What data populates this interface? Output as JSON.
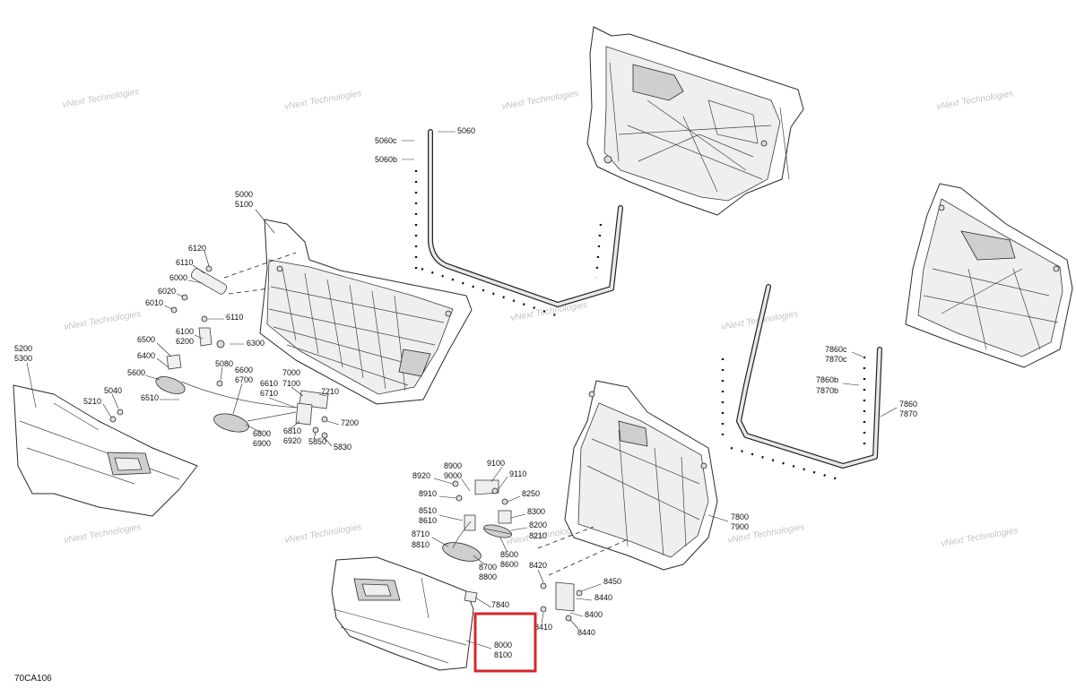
{
  "diagram_code": "70CA106",
  "watermark": "vNext Technologies",
  "colors": {
    "highlight": "#d8262b",
    "line": "#2a2a2a",
    "background": "#ffffff"
  },
  "labels": [
    "5060c",
    "5060b",
    "5060",
    "5000",
    "5100",
    "6120",
    "6110",
    "6000",
    "6020",
    "6010",
    "6110",
    "6100",
    "6200",
    "6300",
    "6500",
    "6400",
    "5600",
    "6510",
    "5080",
    "6600",
    "6700",
    "6610",
    "6710",
    "7000",
    "7100",
    "7210",
    "7200",
    "6800",
    "6900",
    "6810",
    "6920",
    "5850",
    "5830",
    "5200",
    "5300",
    "5040",
    "5210",
    "7860c",
    "7870c",
    "7860b",
    "7870b",
    "7860",
    "7870",
    "8900",
    "9000",
    "9100",
    "9110",
    "8920",
    "8910",
    "8250",
    "8510",
    "8610",
    "8300",
    "8200",
    "8210",
    "8710",
    "8810",
    "8500",
    "8600",
    "8700",
    "8800",
    "8420",
    "8450",
    "8440",
    "8400",
    "8440",
    "8410",
    "7840",
    "7800",
    "7900",
    "8000",
    "8100"
  ]
}
